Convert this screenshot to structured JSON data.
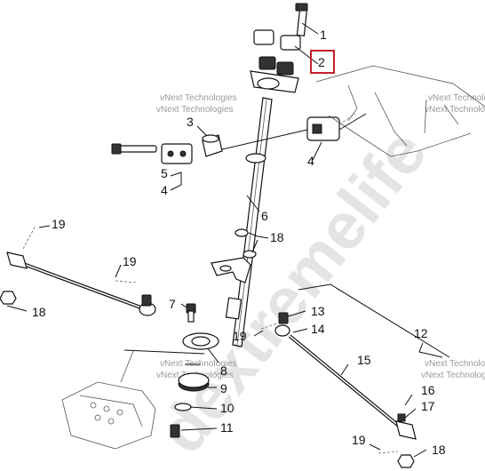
{
  "watermark": {
    "small": "vNext Technologies",
    "big": "dextremelife"
  },
  "callouts": [
    {
      "id": "c1",
      "label": "1"
    },
    {
      "id": "c2",
      "label": "2",
      "highlight": true
    },
    {
      "id": "c3",
      "label": "3"
    },
    {
      "id": "c4a",
      "label": "4"
    },
    {
      "id": "c4b",
      "label": "4"
    },
    {
      "id": "c5",
      "label": "5"
    },
    {
      "id": "c6",
      "label": "6"
    },
    {
      "id": "c7",
      "label": "7"
    },
    {
      "id": "c8",
      "label": "8"
    },
    {
      "id": "c9",
      "label": "9"
    },
    {
      "id": "c10",
      "label": "10"
    },
    {
      "id": "c11",
      "label": "11"
    },
    {
      "id": "c12",
      "label": "12"
    },
    {
      "id": "c13",
      "label": "13"
    },
    {
      "id": "c14",
      "label": "14"
    },
    {
      "id": "c15",
      "label": "15"
    },
    {
      "id": "c16",
      "label": "16"
    },
    {
      "id": "c17",
      "label": "17"
    },
    {
      "id": "c18a",
      "label": "18"
    },
    {
      "id": "c18b",
      "label": "18"
    },
    {
      "id": "c18c",
      "label": "18"
    },
    {
      "id": "c19a",
      "label": "19"
    },
    {
      "id": "c19b",
      "label": "19"
    },
    {
      "id": "c19c",
      "label": "19"
    },
    {
      "id": "c19d",
      "label": "19"
    }
  ],
  "colors": {
    "highlight_box": "#c8202a",
    "line": "#111111",
    "watermark": "#9a9a9a"
  }
}
